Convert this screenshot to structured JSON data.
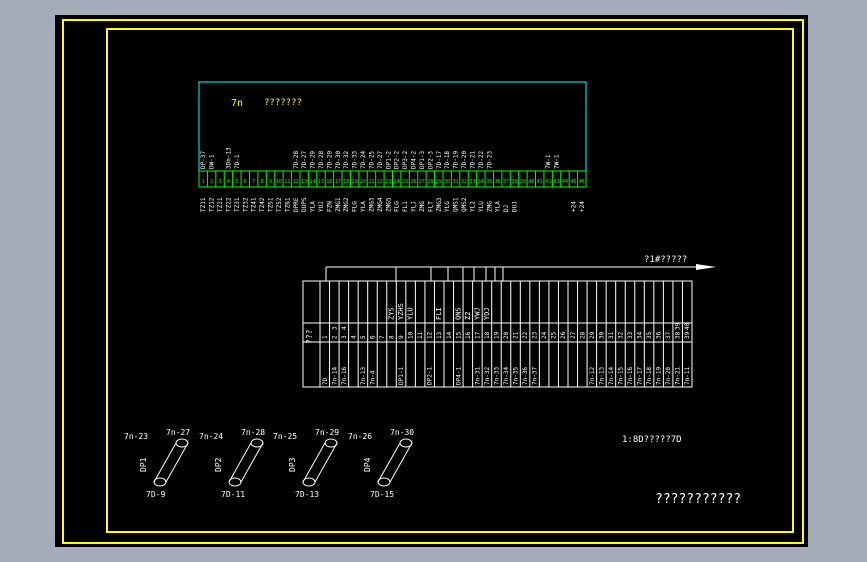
{
  "colors": {
    "background": "#a3acb8",
    "viewport": "#000000",
    "frame": "#ffff00",
    "panel": "#00ffff",
    "strip": "#00ff00",
    "line": "#ffffff"
  },
  "top_panel": {
    "title_left": "7n",
    "title_right": "???????"
  },
  "terminal_strip": {
    "count": 46,
    "top_labels": [
      "DP-37",
      "DW-1",
      "",
      "3Dn-13",
      "7D-1",
      "",
      "",
      "",
      "",
      "",
      "",
      "7D-28",
      "7D-27",
      "7D-29",
      "7D-28",
      "7D-29",
      "7D-30",
      "7D-32",
      "7D-33",
      "7D-24",
      "7D-25",
      "7D-27",
      "DP1-2",
      "DP2-2",
      "DP3-2",
      "DP4-2",
      "DP1-3",
      "DP2-3",
      "7D-17",
      "7D-18",
      "7D-19",
      "7D-20",
      "7D-21",
      "7D-22",
      "7D-23",
      "",
      "",
      "",
      "",
      "",
      "",
      "7W-1",
      "7W-1"
    ],
    "bottom_labels": [
      "TZ11",
      "TZ12",
      "TZ21",
      "TZ22",
      "TZ31",
      "TZ32",
      "TZ41",
      "TZ42",
      "TZ51",
      "TZ52",
      "TZ61",
      "DPRE",
      "DUPS",
      "YLA",
      "YUJ",
      "FZN",
      "ZMG1",
      "ZMG2",
      "FLG",
      "YLA",
      "ZMG3",
      "ZMG4",
      "ZMG5",
      "FLG",
      "FL1",
      "YLJ",
      "ZMG",
      "FLT",
      "ZMG3",
      "YLG",
      "QMS1",
      "QMS2",
      "YL2",
      "YLU",
      "ZMG",
      "YLA",
      "DJ",
      "DUJ",
      "",
      "",
      "",
      "",
      "",
      "",
      "+24",
      "+24"
    ]
  },
  "connector": {
    "label": "?1#?????"
  },
  "connector_table": {
    "row_label": "???",
    "rows": 2,
    "top_labels": [
      "",
      "",
      "",
      "",
      "",
      "",
      "",
      "ZYS",
      "YZHS",
      "YLU",
      "",
      "",
      "FLI",
      "",
      "QNS",
      "Z2",
      "YWJ",
      "YDJ",
      "",
      "",
      "",
      "",
      "",
      "",
      "",
      "",
      "",
      "",
      "",
      "",
      "",
      "",
      "",
      "",
      "",
      "",
      "",
      "",
      ""
    ],
    "numbers": [
      "1",
      "2",
      "3",
      "4",
      "5",
      "6",
      "7",
      "8",
      "9",
      "10",
      "11",
      "12",
      "13",
      "14",
      "15",
      "16",
      "17",
      "18",
      "19",
      "20",
      "21",
      "22",
      "23",
      "24",
      "25",
      "26",
      "27",
      "28",
      "29",
      "30",
      "31",
      "32",
      "33",
      "34",
      "35",
      "36",
      "37",
      "38",
      "39"
    ],
    "subnumbers": [
      "",
      "3",
      "4",
      "",
      "",
      "",
      "",
      "",
      "",
      "",
      "",
      "",
      "",
      "",
      "",
      "",
      "",
      "",
      "",
      "",
      "",
      "",
      "",
      "",
      "",
      "",
      "",
      "",
      "",
      "",
      "",
      "",
      "",
      "",
      "",
      "",
      "",
      "39",
      "40"
    ],
    "bottom_labels": [
      "7D",
      "7n-14",
      "7n-16",
      "",
      "7n-13",
      "7n-4",
      "",
      "",
      "DP1-1",
      "",
      "",
      "DP2-1",
      "",
      "",
      "DP4-1",
      "",
      "7n-31",
      "7n-32",
      "7n-33",
      "7n-34",
      "7n-35",
      "7n-36",
      "7n-37",
      "",
      "",
      "",
      "",
      "",
      "7n-12",
      "7n-13",
      "7n-14",
      "7n-15",
      "7n-16",
      "7n-17",
      "7n-18",
      "7n-19",
      "7n-20",
      "7n-21",
      "7n-11"
    ]
  },
  "components": [
    {
      "name": "DP1",
      "tl": "7n-23",
      "tr": "7n-27",
      "bottom": "7D-9"
    },
    {
      "name": "DP2",
      "tl": "7n-24",
      "tr": "7n-28",
      "bottom": "7D-11"
    },
    {
      "name": "DP3",
      "tl": "7n-25",
      "tr": "7n-29",
      "bottom": "7D-13"
    },
    {
      "name": "DP4",
      "tl": "7n-26",
      "tr": "7n-30",
      "bottom": "7D-15"
    }
  ],
  "notes": {
    "mid_right": "1:8D?????7D",
    "title_block": "???????????"
  }
}
